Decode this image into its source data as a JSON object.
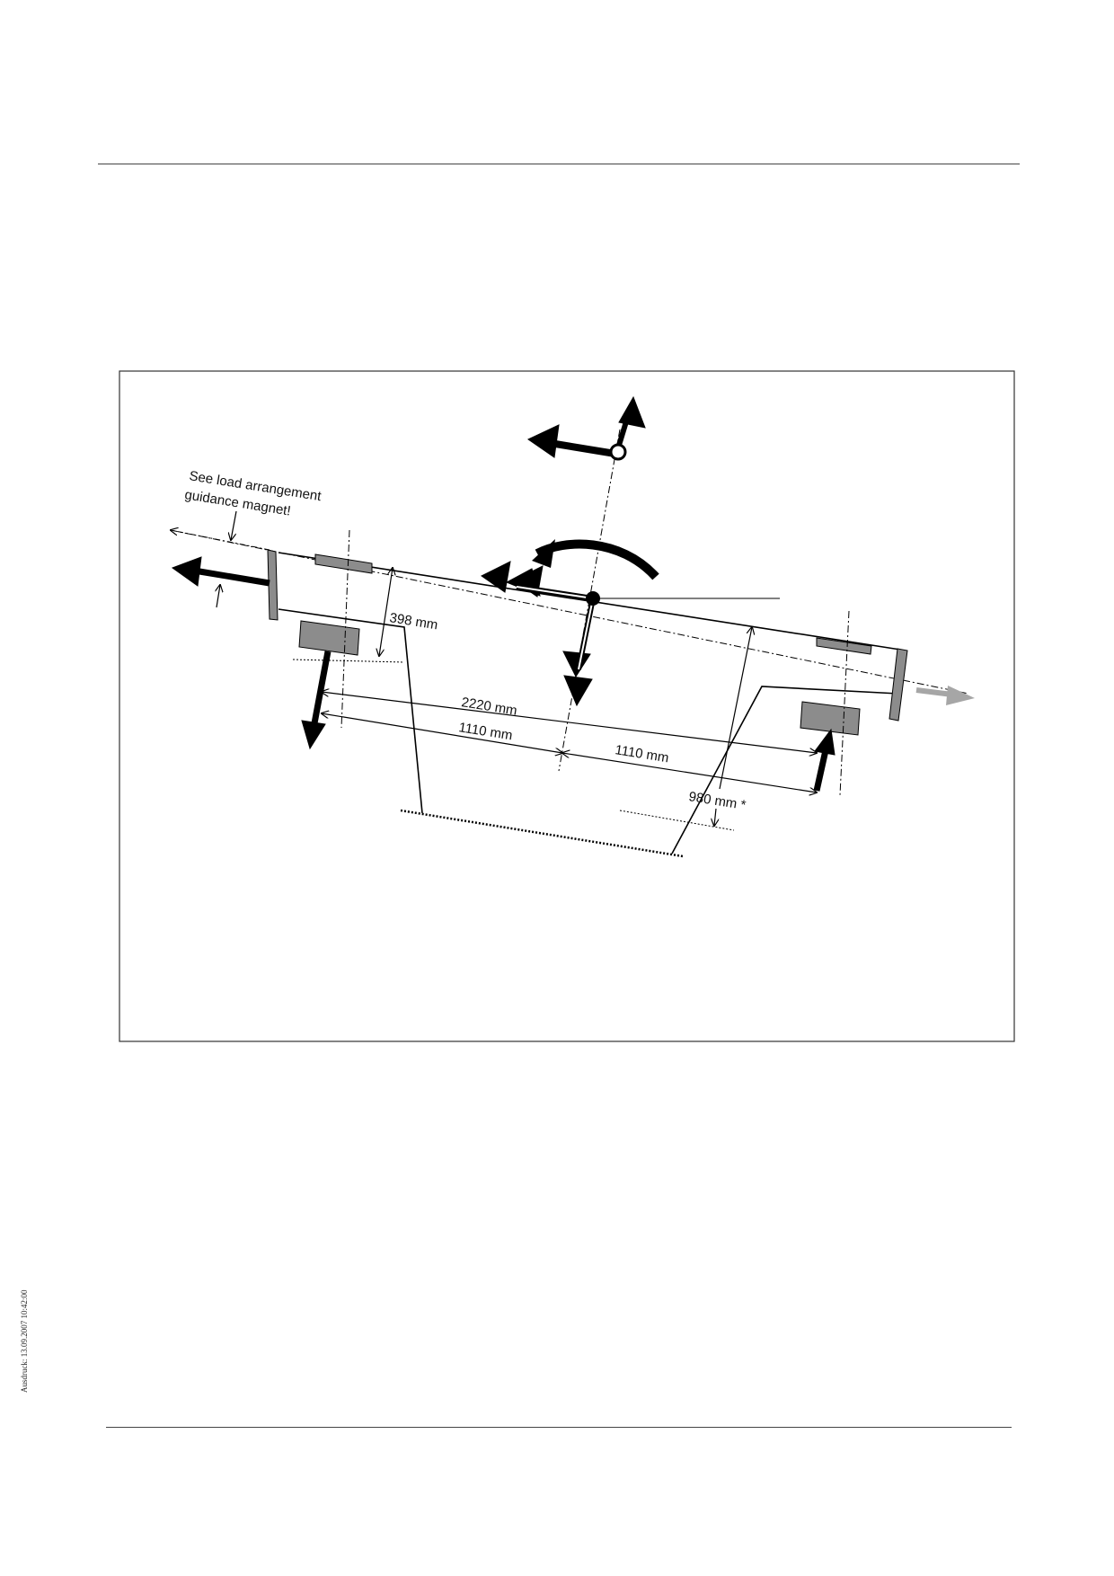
{
  "diagram": {
    "note_line1": "See load arrangement",
    "note_line2": "guidance magnet!",
    "dim_height": "398  mm",
    "dim_total": "2220  mm",
    "dim_half_left": "1110  mm",
    "dim_half_right": "1110  mm",
    "dim_offset": "980  mm *"
  },
  "footer": {
    "print_stamp": "Ausdruck: 13.09.2007 10:42:00"
  },
  "colors": {
    "ink": "#000000",
    "gray_fill": "#8c8c8c",
    "arrow_gray": "#a6a6a6"
  }
}
